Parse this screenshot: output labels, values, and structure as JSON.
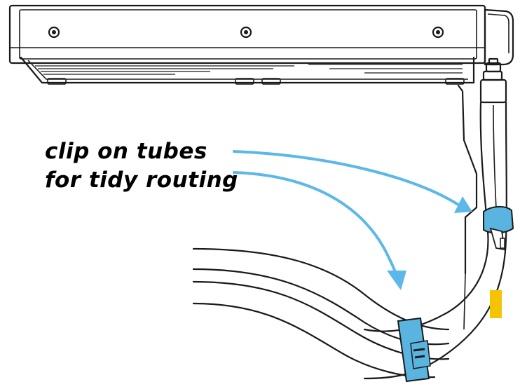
{
  "annotation": {
    "lines": [
      "clip on tubes",
      "for tidy routing"
    ]
  },
  "colors": {
    "arrow": "#5bb8e8",
    "clip": "#5ab4e0",
    "clip_dark": "#2f87b8",
    "marker": "#f5c400",
    "outline": "#1a1a1a",
    "background": "#ffffff"
  },
  "parts": {
    "radiator": "radiator-with-fan-screws",
    "pump_fitting": "tube-fitting",
    "clips": [
      "upper-tube-clip",
      "lower-tube-clip"
    ],
    "marker": "yellow-marker"
  }
}
